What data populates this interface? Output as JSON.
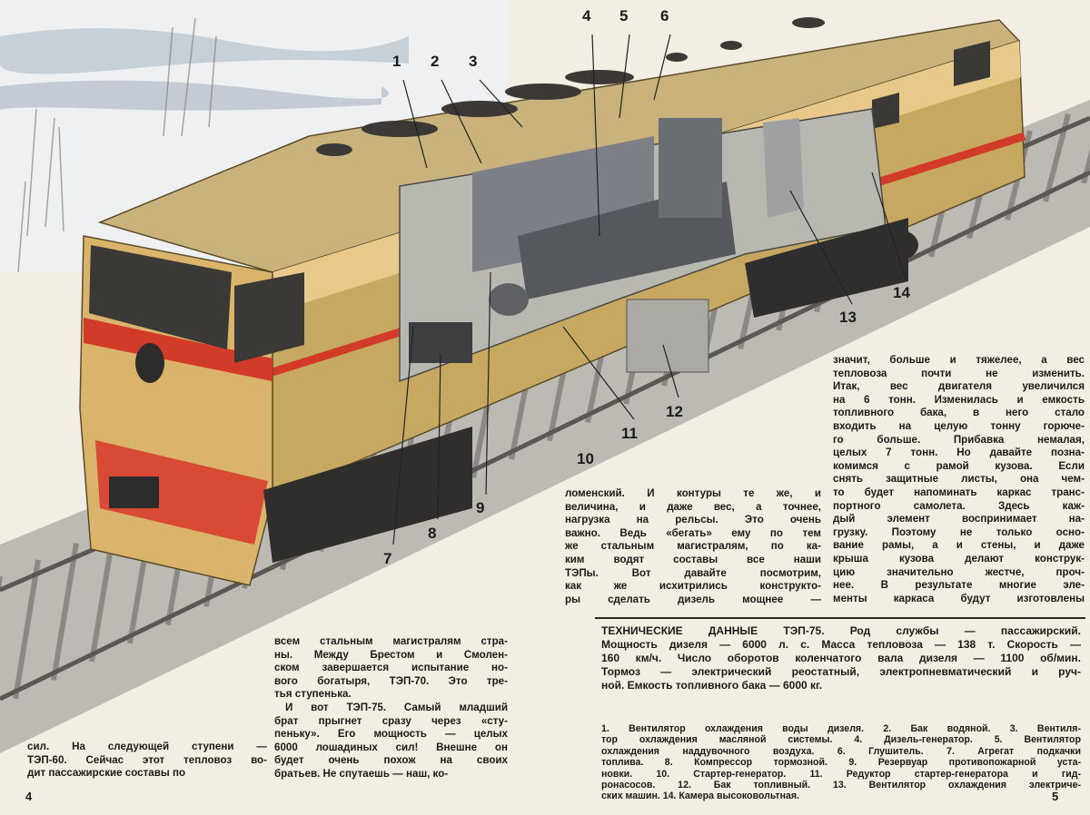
{
  "illustration": {
    "subject": "locomotive-cutaway",
    "colors": {
      "body": "#c7a860",
      "stripe": "#d23a2a",
      "cream": "#e9c98a",
      "cutaway": "#b9b8b0"
    },
    "callouts": [
      "1",
      "2",
      "3",
      "4",
      "5",
      "6",
      "7",
      "8",
      "9",
      "10",
      "11",
      "12",
      "13",
      "14"
    ]
  },
  "left_page": {
    "page_number": "4",
    "column1": [
      "сил. На следующей ступени —",
      "ТЭП-60. Сейчас этот тепловоз во-",
      "дит пассажирские составы по"
    ],
    "column2": [
      "всем стальным магистралям стра-",
      "ны. Между Брестом и Смолен-",
      "ском завершается испытание но-",
      "вого богатыря, ТЭП-70. Это тре-",
      "тья ступенька.",
      "И вот ТЭП-75. Самый младший",
      "брат прыгнет сразу через «сту-",
      "пеньку». Его мощность — целых",
      "6000 лошадиных сил! Внешне он",
      "будет очень похож на своих",
      "братьев. Не спутаешь — наш, ко-"
    ]
  },
  "right_page": {
    "page_number": "5",
    "column1": [
      "ломенский. И контуры те же, и",
      "величина, и даже вес, а точнее,",
      "нагрузка на рельсы. Это очень",
      "важно. Ведь «бегать» ему по тем",
      "же стальным магистралям, по ка-",
      "ким водят составы все наши",
      "ТЭПы. Вот давайте посмотрим,",
      "как же исхитрились конструкто-",
      "ры сделать дизель мощнее —"
    ],
    "column2": [
      "значит, больше и тяжелее, а вес",
      "тепловоза почти не изменить.",
      "Итак, вес двигателя увеличился",
      "на 6 тонн. Изменилась и емкость",
      "топливного бака, в него стало",
      "входить на целую тонну горюче-",
      "го больше. Прибавка немалая,",
      "целых 7 тонн. Но давайте позна-",
      "комимся с рамой кузова. Если",
      "снять защитные листы, она чем-",
      "то будет напоминать каркас транс-",
      "портного самолета. Здесь каж-",
      "дый элемент воспринимает на-",
      "грузку. Поэтому не только осно-",
      "вание рамы, а и стены, и даже",
      "крыша кузова делают конструк-",
      "цию значительно жестче, проч-",
      "нее. В результате многие эле-",
      "менты каркаса будут изготовлены"
    ],
    "tech_data": [
      "ТЕХНИЧЕСКИЕ ДАННЫЕ ТЭП-75. Род службы — пассажирский.",
      "Мощность дизеля — 6000 л. с. Масса тепловоза — 138 т. Скорость —",
      "160 км/ч. Число оборотов коленчатого вала дизеля — 1100 об/мин.",
      "Тормоз — электрический реостатный, электропневматический и руч-",
      "ной. Емкость топливного бака — 6000 кг."
    ],
    "legend": [
      "1. Вентилятор охлаждения воды дизеля. 2. Бак водяной. 3. Вентиля-",
      "тор охлаждения масляной системы. 4. Дизель-генератор. 5. Вентилятор",
      "охлаждения наддувочного воздуха. 6. Глушитель. 7. Агрегат подкачки",
      "топлива. 8. Компрессор тормозной. 9. Резервуар противопожарной уста-",
      "новки. 10. Стартер-генератор. 11. Редуктор стартер-генератора и гид-",
      "ронасосов. 12. Бак топливный. 13. Вентилятор охлаждения электриче-",
      "ских машин. 14. Камера высоковольтная."
    ]
  }
}
